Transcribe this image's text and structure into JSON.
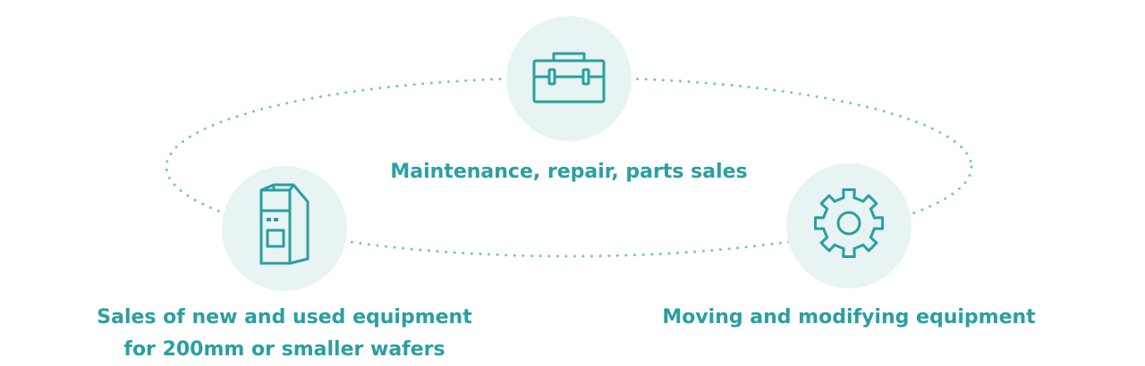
{
  "accent_color": "#2a9fa1",
  "circle_color": "#e8f3f3",
  "nodes": [
    {
      "id": "maintenance",
      "icon": "toolbox-icon",
      "lines": [
        "Maintenance, repair, parts sales"
      ]
    },
    {
      "id": "sales",
      "icon": "equipment-machine-icon",
      "lines": [
        "Sales of new and used equipment",
        "for 200mm or smaller wafers"
      ]
    },
    {
      "id": "moving",
      "icon": "gear-icon",
      "lines": [
        "Moving and modifying equipment"
      ]
    }
  ]
}
